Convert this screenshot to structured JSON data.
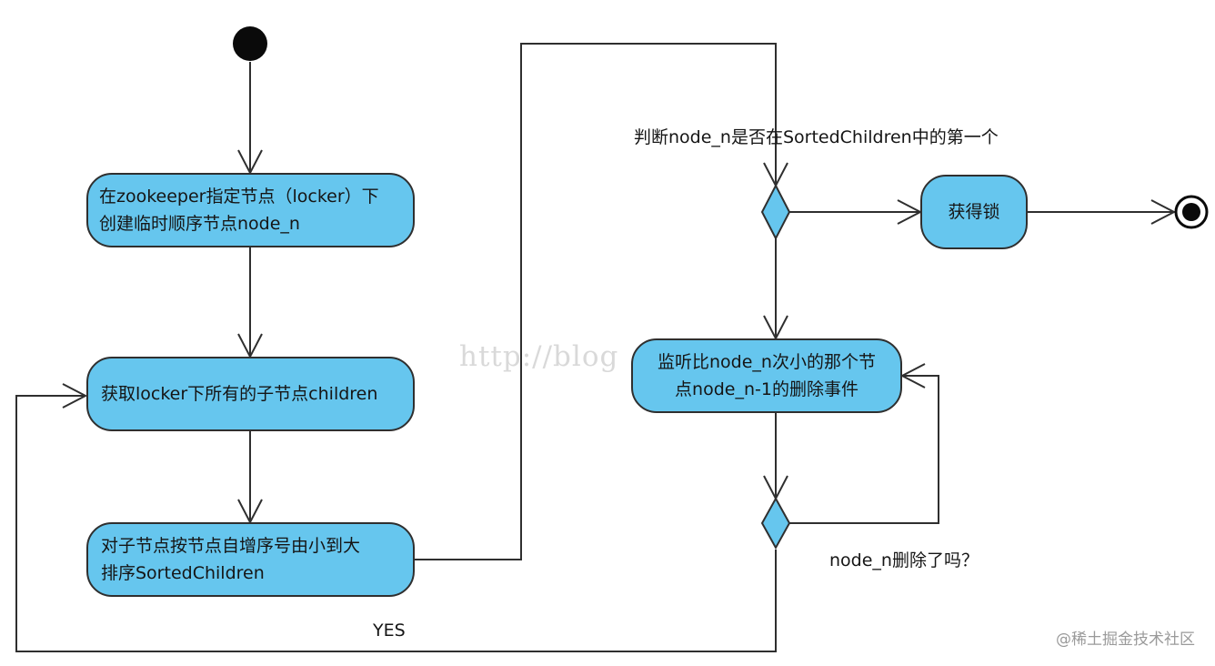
{
  "nodes": {
    "create_node": {
      "line1": "在zookeeper指定节点（locker）下",
      "line2": "创建临时顺序节点node_n"
    },
    "get_children": {
      "text": "获取locker下所有的子节点children"
    },
    "sort_children": {
      "line1": "对子节点按节点自增序号由小到大",
      "line2": "排序SortedChildren"
    },
    "acquire_lock": {
      "text": "获得锁"
    },
    "watch_prev": {
      "line1": "监听比node_n次小的那个节",
      "line2": "点node_n-1的删除事件"
    }
  },
  "labels": {
    "is_first_question": "判断node_n是否在SortedChildren中的第一个",
    "deleted_question": "node_n删除了吗？",
    "yes": "YES"
  },
  "watermark": {
    "url_fragment": "http://blog",
    "site": "@稀土掘金技术社区"
  },
  "colors": {
    "node_fill": "#66c6ee",
    "stroke": "#2f2f2f"
  }
}
